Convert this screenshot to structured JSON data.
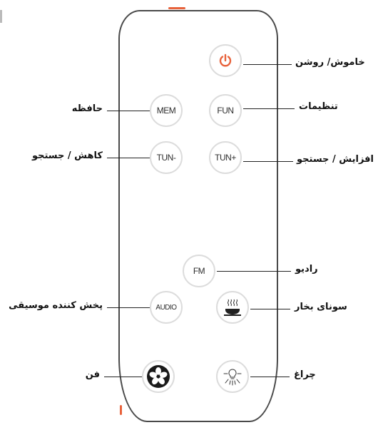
{
  "buttons": {
    "power": {
      "label": "",
      "icon": "power-icon",
      "color": "#e8623b"
    },
    "fun": {
      "label": "FUN"
    },
    "mem": {
      "label": "MEM"
    },
    "tun_plus": {
      "label": "TUN+"
    },
    "tun_minus": {
      "label": "TUN-"
    },
    "fm": {
      "label": "FM"
    },
    "audio": {
      "label": "AUDIO"
    },
    "steam": {
      "label": "",
      "icon": "steam-sauna-icon"
    },
    "fan": {
      "label": "",
      "icon": "fan-icon"
    },
    "light": {
      "label": "",
      "icon": "lamp-icon"
    }
  },
  "labels": {
    "power": "خاموش/ روشن",
    "fun": "تنظیمات",
    "mem": "حافظه",
    "tun_plus": "افزایش / جستجو",
    "tun_minus": "کاهش / جستجو",
    "fm": "رادیو",
    "steam": "سونای بخار",
    "audio": "پخش کننده موسیقی",
    "light": "چراغ",
    "fan": "فن"
  },
  "colors": {
    "accent": "#e8623b",
    "outline": "#4a4a4a",
    "button_ring": "#dcdcdc"
  }
}
